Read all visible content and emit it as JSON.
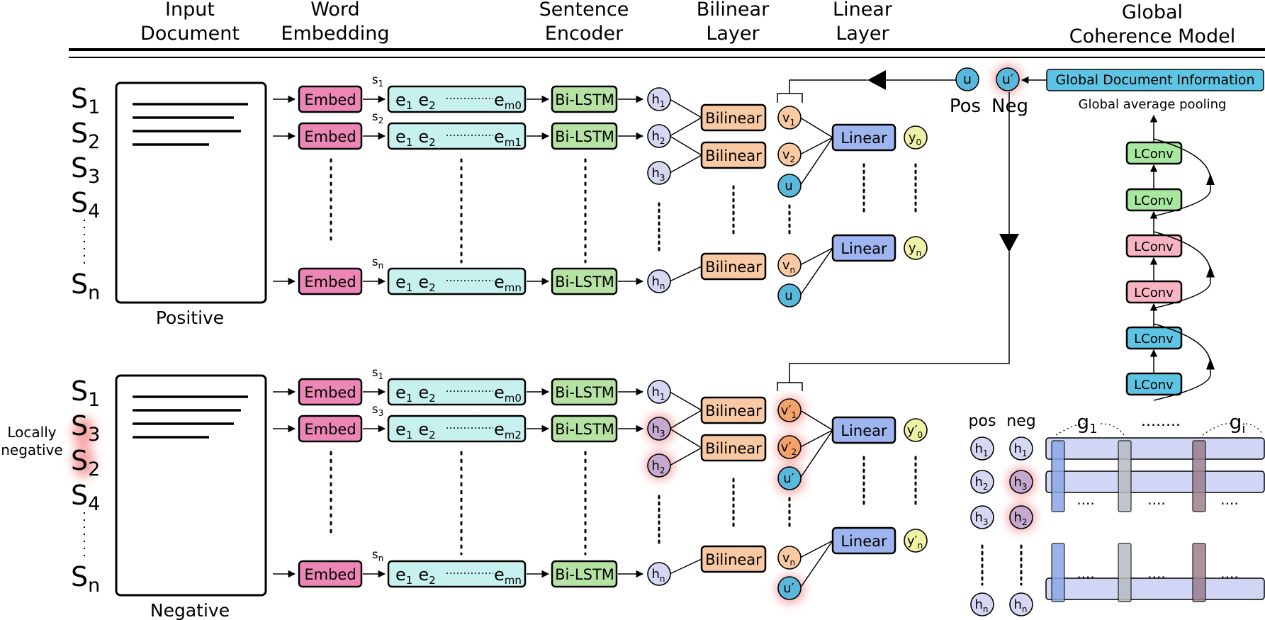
{
  "columns": {
    "input_line1": "Input",
    "input_line2": "Document",
    "word_line1": "Word",
    "word_line2": "Embedding",
    "sent_line1": "Sentence",
    "sent_line2": "Encoder",
    "bil_line1": "Bilinear",
    "bil_line2": "Layer",
    "lin_line1": "Linear",
    "lin_line2": "Layer",
    "glob_line1": "Global",
    "glob_line2": "Coherence Model"
  },
  "sentence_letter": "S",
  "sentence_subs": {
    "s1": "1",
    "s2": "2",
    "s3": "3",
    "s4": "4",
    "sn": "n"
  },
  "doc_labels": {
    "positive": "Positive",
    "negative": "Negative"
  },
  "locally_negative": {
    "line1": "Locally",
    "line2": "negative"
  },
  "blocks": {
    "embed": "Embed",
    "bilstm": "Bi-LSTM",
    "bilinear": "Bilinear",
    "linear": "Linear",
    "lconv": "LConv",
    "global_info": "Global Document Information",
    "pooling": "Global average pooling"
  },
  "embedding": {
    "e": "e",
    "sub1": "1",
    "sub2": "2"
  },
  "small_s": {
    "s": "s",
    "s1": "1",
    "s2": "2",
    "s3": "3",
    "sn": "n"
  },
  "end_subs": {
    "m0": "m0",
    "m1": "m1",
    "m2": "m2",
    "mn": "mn"
  },
  "nodes": {
    "h": "h",
    "v": "v",
    "y": "y",
    "u": "u",
    "prime": "′",
    "sub1": "1",
    "sub2": "2",
    "sub3": "3",
    "subn": "n",
    "sub0": "0"
  },
  "pos_neg": {
    "pos": "Pos",
    "neg": "Neg"
  },
  "grid": {
    "pos": "pos",
    "neg": "neg",
    "g": "g",
    "g1": "1",
    "gi": "i",
    "dots": "........",
    "dots4": "...."
  },
  "colors": {
    "embed": "#ec86b4",
    "emb_seq": "#c6f1ee",
    "bilstm": "#b6e3a3",
    "bilinear": "#f8c9a3",
    "linear": "#9fb5ef",
    "h_node": "#d5d7f3",
    "v_node": "#f8c9a3",
    "u_node": "#5ab8dd",
    "y_node": "#eef2a6",
    "lconv_green": "#a8e7a0",
    "lconv_pink": "#f8b4c3",
    "lconv_blue": "#5ec4e3",
    "global_info": "#5ec4e3",
    "highlight": "#f05a5a"
  }
}
